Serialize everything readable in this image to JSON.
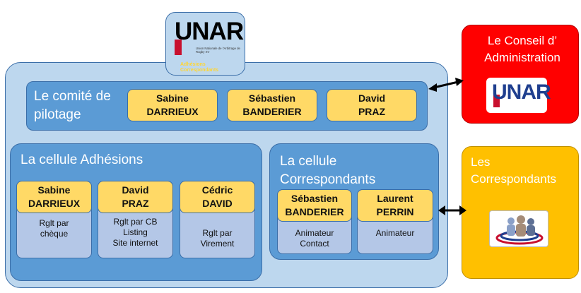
{
  "logo": {
    "brand": "UNAR",
    "subtitle": "Union Nationale de l'Arbitrage de Rugby XV",
    "tagline": "Adhésions Correspondants",
    "icon": "unar-logo-icon"
  },
  "pilotage": {
    "title": "Le comité de pilotage",
    "members": [
      {
        "first": "Sabine",
        "last": "DARRIEUX"
      },
      {
        "first": "Sébastien",
        "last": "BANDERIER"
      },
      {
        "first": "David",
        "last": "PRAZ"
      }
    ]
  },
  "adhesions": {
    "title": "La cellule Adhésions",
    "members": [
      {
        "first": "Sabine",
        "last": "DARRIEUX",
        "role_lines": [
          "Rglt par",
          "chèque"
        ]
      },
      {
        "first": "David",
        "last": "PRAZ",
        "role_lines": [
          "Rglt par CB",
          "Listing",
          "Site internet"
        ]
      },
      {
        "first": "Cédric",
        "last": "DAVID",
        "role_lines": [
          "Rglt par",
          "Virement"
        ]
      }
    ]
  },
  "correspondants_cell": {
    "title": "La cellule Correspondants",
    "members": [
      {
        "first": "Sébastien",
        "last": "BANDERIER",
        "role_lines": [
          "Animateur",
          "Contact"
        ]
      },
      {
        "first": "Laurent",
        "last": "PERRIN",
        "role_lines": [
          "Animateur"
        ]
      }
    ]
  },
  "conseil": {
    "title": "Le Conseil d’ Administration",
    "logo_text": "UNAR",
    "color": "#ff0000"
  },
  "correspondants": {
    "title": "Les Correspondants",
    "icon": "people-group-icon",
    "color": "#ffc000"
  },
  "colors": {
    "outer": "#bdd7ee",
    "panel": "#5b9bd5",
    "card": "#ffd966",
    "subcard": "#b4c7e7",
    "border": "#3b6ea8"
  }
}
